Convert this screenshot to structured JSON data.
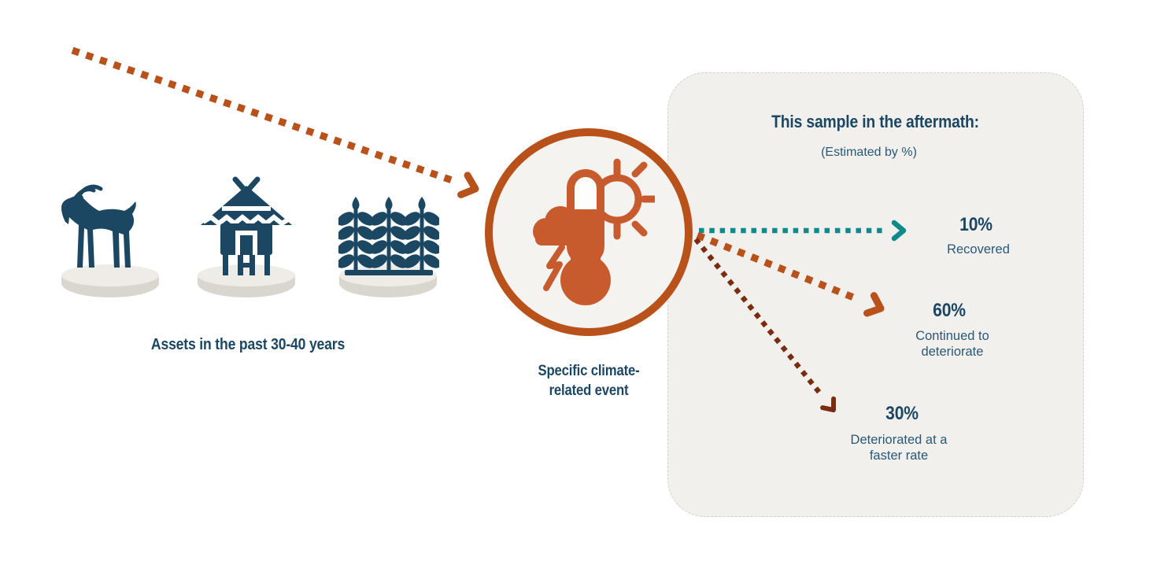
{
  "palette": {
    "navy": "#1b4763",
    "navy_soft": "#2a5878",
    "orange": "#b8511a",
    "icon_orange": "#c75b2e",
    "teal": "#0e8a8c",
    "brown": "#7a2c10",
    "panel_bg": "#f1f0ed",
    "platform_gray": "#d9d6cf",
    "circle_bg": "#f4f3f0"
  },
  "assets": {
    "caption": "Assets in the past 30-40 years",
    "items": [
      {
        "name": "goat"
      },
      {
        "name": "stilt-hut"
      },
      {
        "name": "crops"
      }
    ]
  },
  "event": {
    "caption": "Specific climate-related event",
    "icon": "thermometer-sun-storm-icon"
  },
  "aftermath": {
    "title": "This sample in the aftermath:",
    "subtitle": "(Estimated by %)",
    "outcomes": [
      {
        "value": "10%",
        "label": "Recovered",
        "arrow_color": "#0e8a8c"
      },
      {
        "value": "60%",
        "label": "Continued to deteriorate",
        "arrow_color": "#b8511a"
      },
      {
        "value": "30%",
        "label": "Deteriorated at a faster rate",
        "arrow_color": "#7a2c10"
      }
    ]
  }
}
